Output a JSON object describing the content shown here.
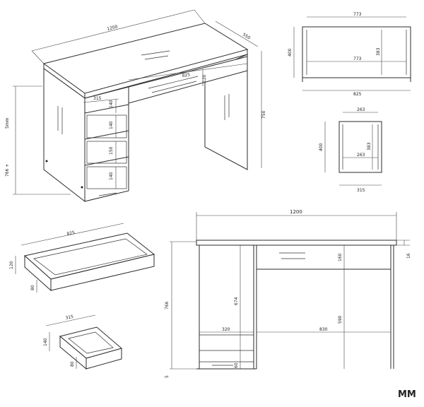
{
  "brand": "MM",
  "iso_view": {
    "width": "1200",
    "depth": "550",
    "height_right": "750",
    "height_left": "766 +",
    "offset_note": "5mm",
    "drawer_width": "825",
    "drawer_height": "120",
    "column_width": "315",
    "d1": "140",
    "d2": "140",
    "d3": "150",
    "d4": "140"
  },
  "top_drawer_plan": {
    "outer_width": "773",
    "inner_width": "773",
    "depth": "400",
    "inner_depth": "383",
    "front_width": "825"
  },
  "small_drawer_plan": {
    "outer_width": "263",
    "inner_width": "263",
    "depth": "400",
    "inner_depth": "383",
    "front_width": "315"
  },
  "wide_drawer": {
    "width": "825",
    "height": "120",
    "side": "80"
  },
  "small_drawer": {
    "width": "315",
    "height": "140",
    "side": "80"
  },
  "front_view": {
    "total_width": "1200",
    "total_height": "766",
    "top_thickness": "16",
    "left_height": "674",
    "left_width": "320",
    "right_width": "830",
    "right_height": "590",
    "drawer_height": "160",
    "bottom_drawer": "60",
    "foot": "5"
  }
}
